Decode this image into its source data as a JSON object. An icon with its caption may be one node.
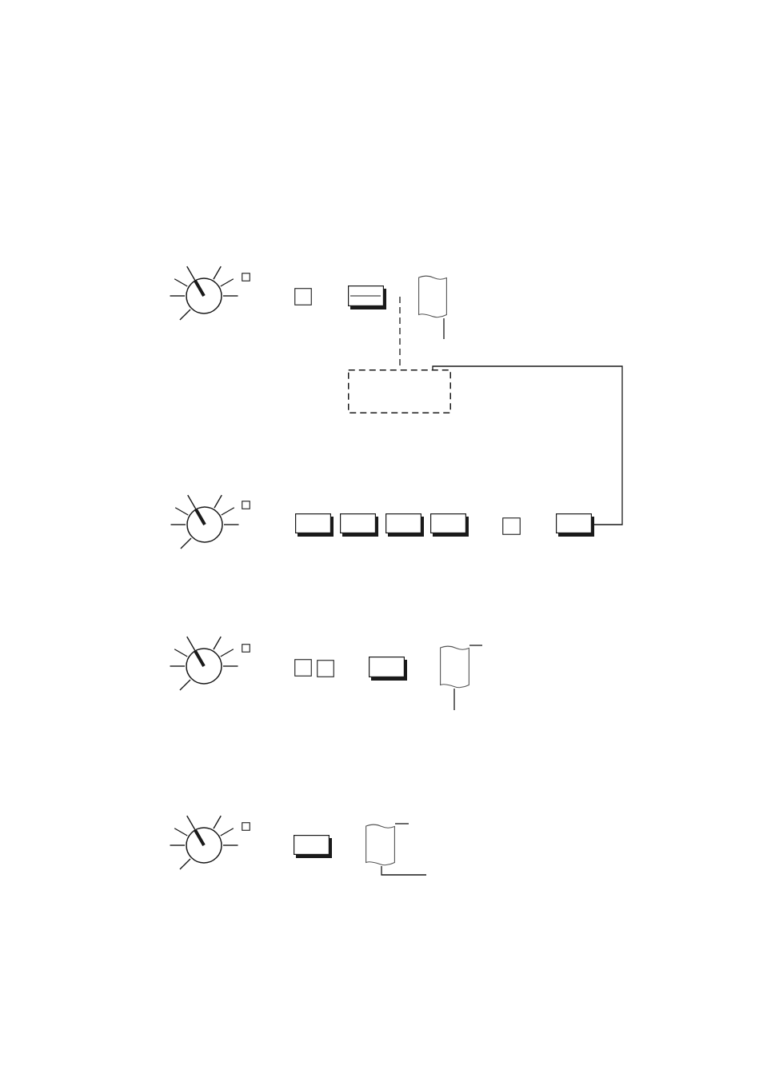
{
  "diagram": {
    "nodes": [
      {
        "text": [],
        "shape": "dial"
      },
      {
        "text": [],
        "shape": "box"
      },
      {
        "text": [],
        "shape": "box"
      },
      {
        "text": [],
        "shape": "key"
      },
      {
        "text": [],
        "shape": "tape"
      },
      {
        "text": [],
        "shape": "box"
      },
      {
        "text": [],
        "shape": "dial"
      },
      {
        "text": [],
        "shape": "box"
      },
      {
        "text": [],
        "shape": "key"
      },
      {
        "text": [],
        "shape": "key"
      },
      {
        "text": [],
        "shape": "key"
      },
      {
        "text": [],
        "shape": "key"
      },
      {
        "text": [],
        "shape": "box"
      },
      {
        "text": [],
        "shape": "key"
      },
      {
        "text": [],
        "shape": "dial"
      },
      {
        "text": [],
        "shape": "box"
      },
      {
        "text": [],
        "shape": "box"
      },
      {
        "text": [],
        "shape": "box"
      },
      {
        "text": [],
        "shape": "key"
      },
      {
        "text": [],
        "shape": "tape"
      },
      {
        "text": [],
        "shape": "dial"
      },
      {
        "text": [],
        "shape": "box"
      },
      {
        "text": [],
        "shape": "key"
      },
      {
        "text": [],
        "shape": "tape"
      }
    ],
    "edges": [
      {
        "from": null,
        "to": 5,
        "arrow": "none",
        "style": "dashed"
      },
      {
        "from": 5,
        "to": 13,
        "arrow": "none"
      },
      {
        "from": null,
        "to": 4,
        "arrow": "none"
      },
      {
        "from": null,
        "to": 19,
        "arrow": "none"
      },
      {
        "from": null,
        "to": 19,
        "arrow": "none"
      },
      {
        "from": null,
        "to": 23,
        "arrow": "none"
      },
      {
        "from": null,
        "to": 23,
        "arrow": "none"
      }
    ]
  }
}
